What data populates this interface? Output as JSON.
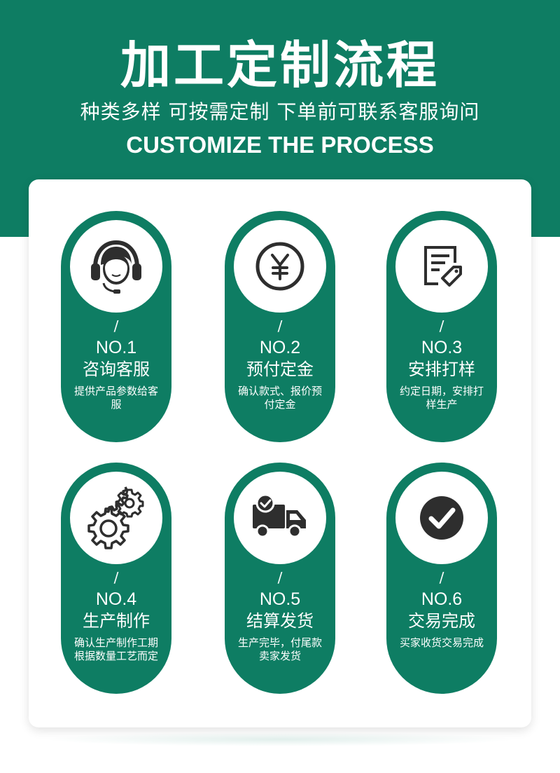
{
  "header": {
    "title": "加工定制流程",
    "subtitle": "种类多样 可按需定制 下单前可联系客服询问",
    "subtitle_en": "CUSTOMIZE THE PROCESS"
  },
  "colors": {
    "brand_green": "#0e7d63",
    "icon_dark": "#2e2e2e",
    "white": "#ffffff"
  },
  "steps": [
    {
      "icon": "headset-support-icon",
      "slash": "/",
      "number": "NO.1",
      "title": "咨询客服",
      "description": "提供产品参数给客服"
    },
    {
      "icon": "yuan-coin-icon",
      "slash": "/",
      "number": "NO.2",
      "title": "预付定金",
      "description": "确认款式、报价预付定金"
    },
    {
      "icon": "document-tag-icon",
      "slash": "/",
      "number": "NO.3",
      "title": "安排打样",
      "description": "约定日期，安排打样生产"
    },
    {
      "icon": "gears-icon",
      "slash": "/",
      "number": "NO.4",
      "title": "生产制作",
      "description": "确认生产制作工期根据数量工艺而定"
    },
    {
      "icon": "delivery-truck-icon",
      "slash": "/",
      "number": "NO.5",
      "title": "结算发货",
      "description": "生产完毕，付尾款卖家发货"
    },
    {
      "icon": "check-circle-icon",
      "slash": "/",
      "number": "NO.6",
      "title": "交易完成",
      "description": "买家收货交易完成"
    }
  ]
}
